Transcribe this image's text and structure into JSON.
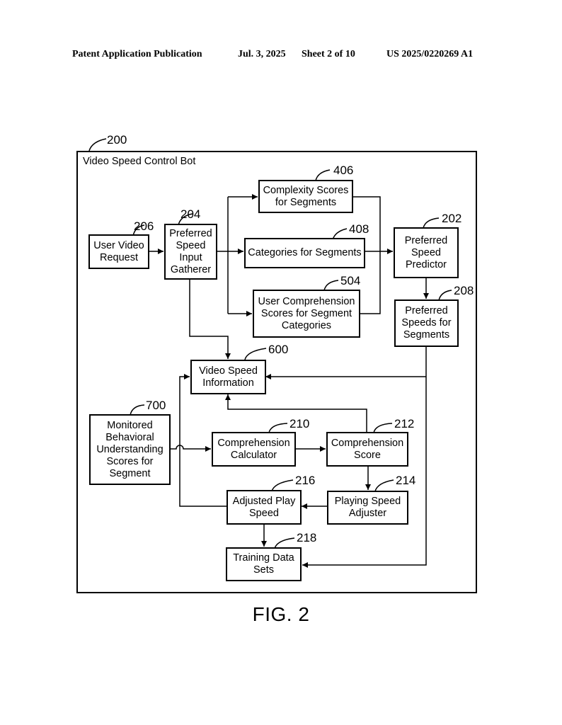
{
  "header": {
    "left": "Patent Application Publication",
    "date": "Jul. 3, 2025",
    "sheet": "Sheet 2 of 10",
    "pub_number": "US 2025/0220269 A1"
  },
  "figure": {
    "ref": "200",
    "title": "Video Speed Control Bot",
    "caption": "FIG. 2"
  },
  "boxes": {
    "user_video_request": {
      "label": "User Video\nRequest",
      "ref": "206"
    },
    "preferred_speed_input_gatherer": {
      "label": "Preferred\nSpeed\nInput\nGatherer",
      "ref": "204"
    },
    "complexity_scores": {
      "label": "Complexity Scores\nfor Segments",
      "ref": "406"
    },
    "categories_for_segments": {
      "label": "Categories for Segments",
      "ref": "408"
    },
    "user_comprehension_scores": {
      "label": "User Comprehension\nScores for Segment\nCategories",
      "ref": "504"
    },
    "preferred_speed_predictor": {
      "label": "Preferred\nSpeed\nPredictor",
      "ref": "202"
    },
    "preferred_speeds_for_segments": {
      "label": "Preferred\nSpeeds for\nSegments",
      "ref": "208"
    },
    "video_speed_information": {
      "label": "Video Speed\nInformation",
      "ref": "600"
    },
    "monitored_behavioral": {
      "label": "Monitored\nBehavioral\nUnderstanding\nScores for\nSegment",
      "ref": "700"
    },
    "comprehension_calculator": {
      "label": "Comprehension\nCalculator",
      "ref": "210"
    },
    "comprehension_score": {
      "label": "Comprehension\nScore",
      "ref": "212"
    },
    "adjusted_play_speed": {
      "label": "Adjusted Play\nSpeed",
      "ref": "216"
    },
    "playing_speed_adjuster": {
      "label": "Playing Speed\nAdjuster",
      "ref": "214"
    },
    "training_data_sets": {
      "label": "Training Data\nSets",
      "ref": "218"
    }
  }
}
